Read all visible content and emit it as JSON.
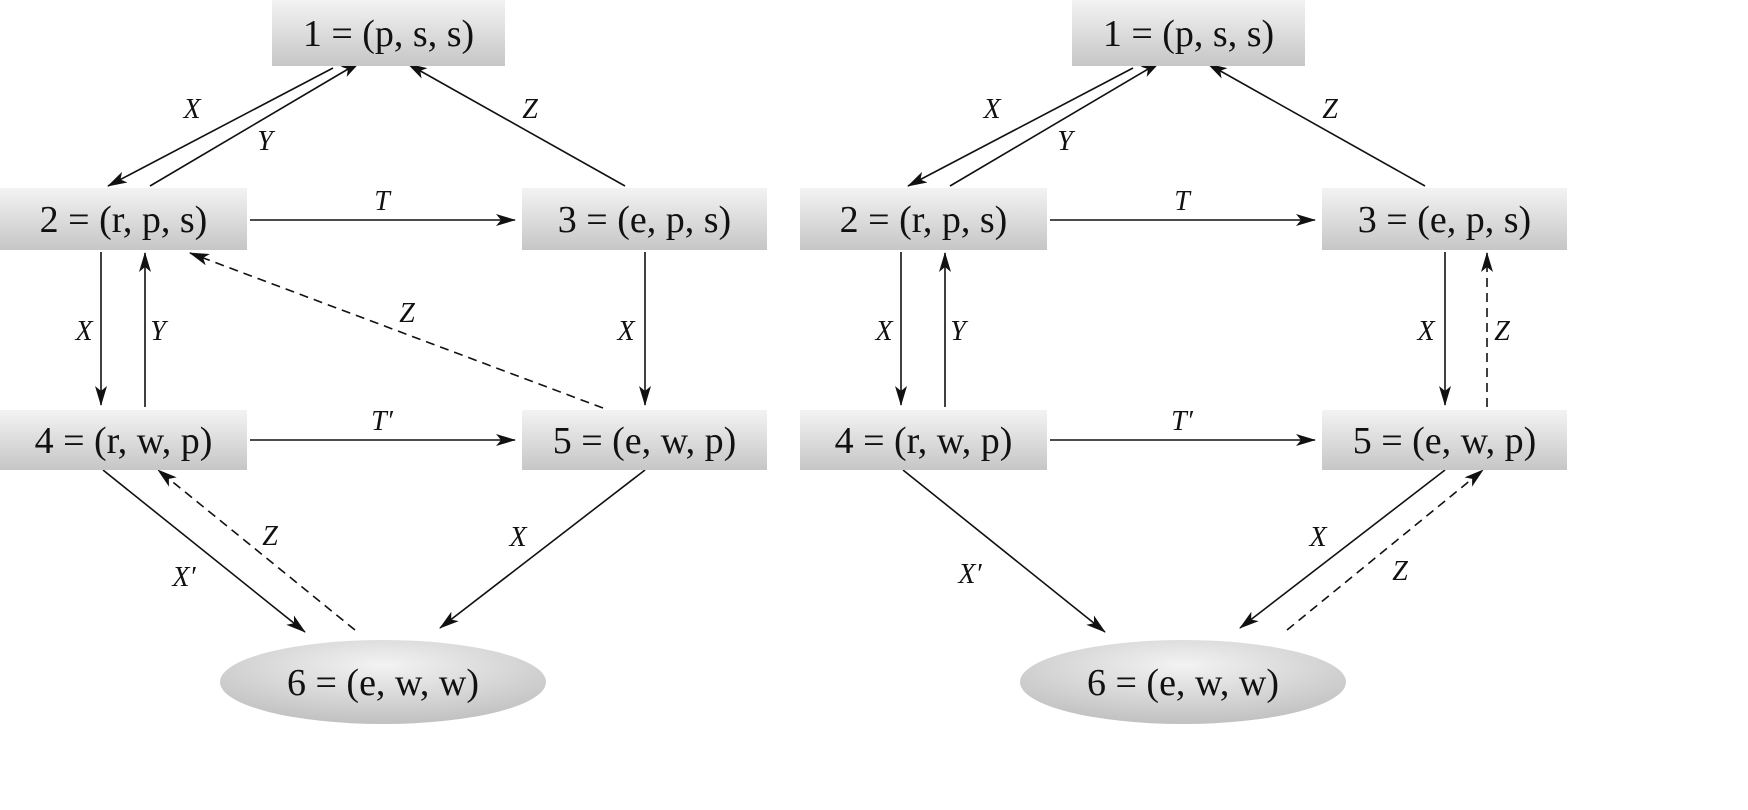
{
  "diagrams": [
    {
      "nodes": [
        {
          "id": "1",
          "label": "1 = (p, s, s)",
          "shape": "box"
        },
        {
          "id": "2",
          "label": "2 = (r, p, s)",
          "shape": "box"
        },
        {
          "id": "3",
          "label": "3 = (e, p, s)",
          "shape": "box"
        },
        {
          "id": "4",
          "label": "4 = (r, w, p)",
          "shape": "box"
        },
        {
          "id": "5",
          "label": "5 = (e, w, p)",
          "shape": "box"
        },
        {
          "id": "6",
          "label": "6 = (e, w, w)",
          "shape": "ellipse"
        }
      ],
      "edges": [
        {
          "from": "1",
          "to": "2",
          "label": "X",
          "style": "solid"
        },
        {
          "from": "2",
          "to": "1",
          "label": "Y",
          "style": "solid"
        },
        {
          "from": "3",
          "to": "1",
          "label": "Z",
          "style": "solid"
        },
        {
          "from": "2",
          "to": "3",
          "label": "T",
          "style": "solid"
        },
        {
          "from": "2",
          "to": "4",
          "label": "X",
          "style": "solid"
        },
        {
          "from": "4",
          "to": "2",
          "label": "Y",
          "style": "solid"
        },
        {
          "from": "3",
          "to": "5",
          "label": "X",
          "style": "solid"
        },
        {
          "from": "5",
          "to": "2",
          "label": "Z",
          "style": "dashed"
        },
        {
          "from": "4",
          "to": "5",
          "label": "T′",
          "style": "solid"
        },
        {
          "from": "4",
          "to": "6",
          "label": "X′",
          "style": "solid"
        },
        {
          "from": "6",
          "to": "4",
          "label": "Z",
          "style": "dashed"
        },
        {
          "from": "5",
          "to": "6",
          "label": "X",
          "style": "solid"
        }
      ]
    },
    {
      "nodes": [
        {
          "id": "1",
          "label": "1 = (p, s, s)",
          "shape": "box"
        },
        {
          "id": "2",
          "label": "2 = (r, p, s)",
          "shape": "box"
        },
        {
          "id": "3",
          "label": "3 = (e, p, s)",
          "shape": "box"
        },
        {
          "id": "4",
          "label": "4 = (r, w, p)",
          "shape": "box"
        },
        {
          "id": "5",
          "label": "5 = (e, w, p)",
          "shape": "box"
        },
        {
          "id": "6",
          "label": "6 = (e, w, w)",
          "shape": "ellipse"
        }
      ],
      "edges": [
        {
          "from": "1",
          "to": "2",
          "label": "X",
          "style": "solid"
        },
        {
          "from": "2",
          "to": "1",
          "label": "Y",
          "style": "solid"
        },
        {
          "from": "3",
          "to": "1",
          "label": "Z",
          "style": "solid"
        },
        {
          "from": "2",
          "to": "3",
          "label": "T",
          "style": "solid"
        },
        {
          "from": "2",
          "to": "4",
          "label": "X",
          "style": "solid"
        },
        {
          "from": "4",
          "to": "2",
          "label": "Y",
          "style": "solid"
        },
        {
          "from": "3",
          "to": "5",
          "label": "X",
          "style": "solid"
        },
        {
          "from": "5",
          "to": "3",
          "label": "Z",
          "style": "dashed"
        },
        {
          "from": "4",
          "to": "5",
          "label": "T′",
          "style": "solid"
        },
        {
          "from": "4",
          "to": "6",
          "label": "X′",
          "style": "solid"
        },
        {
          "from": "5",
          "to": "6",
          "label": "X",
          "style": "solid"
        },
        {
          "from": "6",
          "to": "5",
          "label": "Z",
          "style": "dashed"
        }
      ]
    }
  ],
  "colors": {
    "node_top": "#f2f2f2",
    "node_bottom": "#c6c6c6",
    "line": "#111111"
  }
}
